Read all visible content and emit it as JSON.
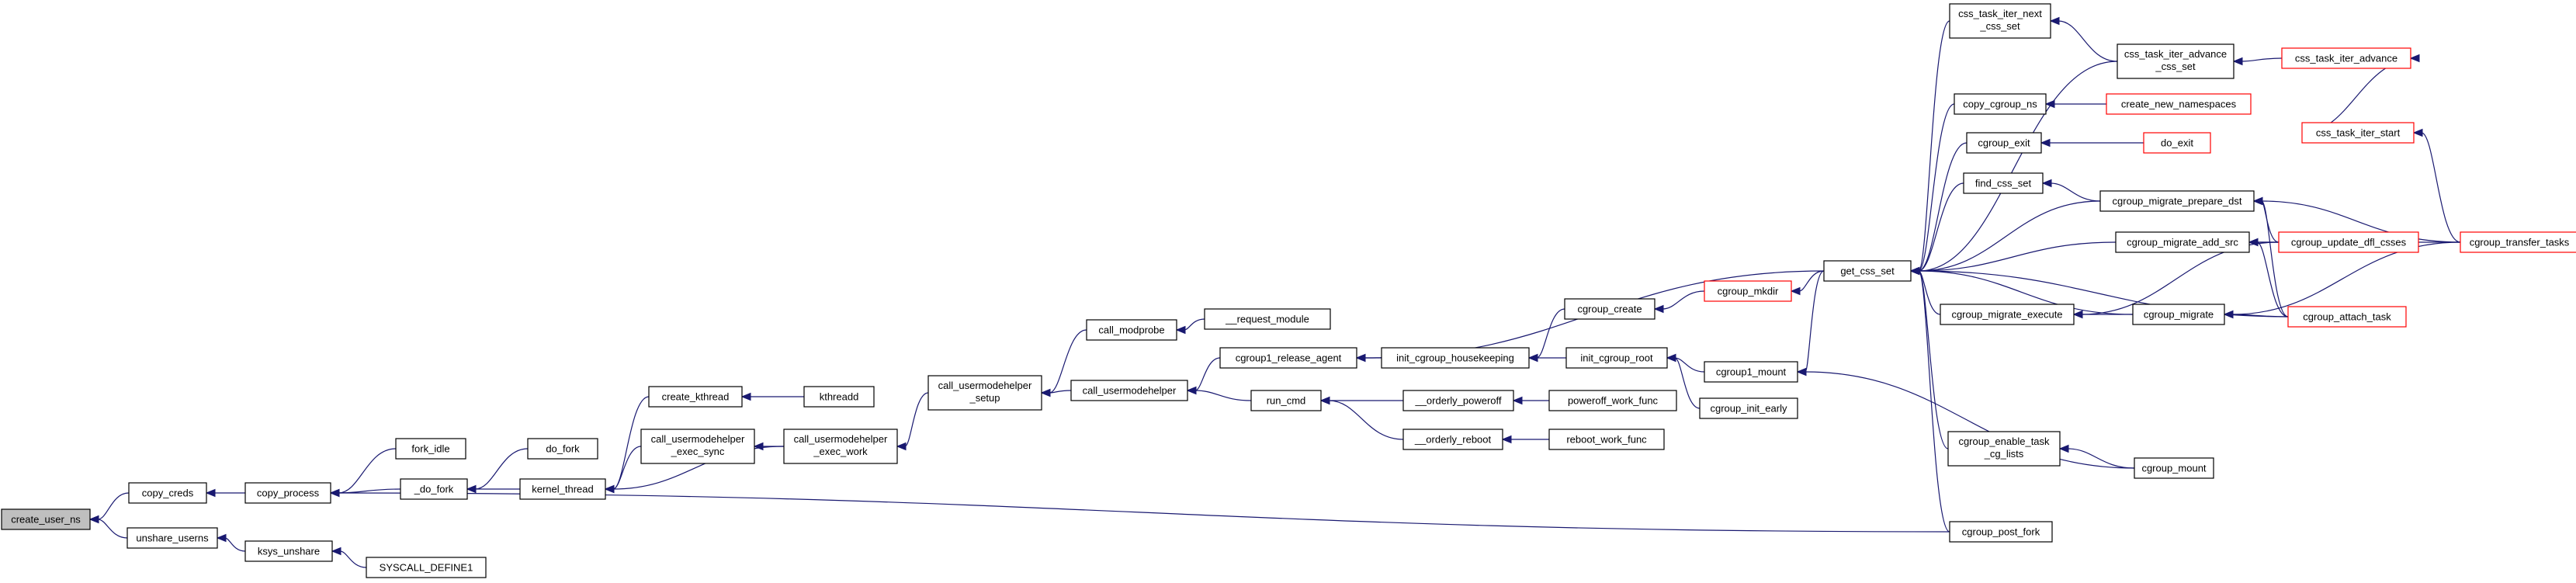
{
  "colors": {
    "edge": "#191970",
    "node_border": "#000000",
    "link_border": "#ff0000",
    "root_fill": "#bfbfbf",
    "node_fill": "#ffffff",
    "text": "#000000"
  },
  "nodes": [
    {
      "id": "root",
      "lines": [
        "create_user_ns"
      ],
      "kind": "root"
    },
    {
      "id": "ccreds",
      "lines": [
        "copy_creds"
      ]
    },
    {
      "id": "unsh",
      "lines": [
        "unshare_userns"
      ]
    },
    {
      "id": "cproc",
      "lines": [
        "copy_process"
      ]
    },
    {
      "id": "ksys",
      "lines": [
        "ksys_unshare"
      ]
    },
    {
      "id": "sysd",
      "lines": [
        "SYSCALL_DEFINE1"
      ]
    },
    {
      "id": "fidle",
      "lines": [
        "fork_idle"
      ]
    },
    {
      "id": "dofork",
      "lines": [
        "_do_fork"
      ]
    },
    {
      "id": "dfork",
      "lines": [
        "do_fork"
      ]
    },
    {
      "id": "kthr",
      "lines": [
        "kernel_thread"
      ]
    },
    {
      "id": "ckthr",
      "lines": [
        "create_kthread"
      ]
    },
    {
      "id": "kthrd",
      "lines": [
        "kthreadd"
      ]
    },
    {
      "id": "cuesync",
      "lines": [
        "call_usermodehelper",
        "_exec_sync"
      ]
    },
    {
      "id": "cuework",
      "lines": [
        "call_usermodehelper",
        "_exec_work"
      ]
    },
    {
      "id": "cuesetup",
      "lines": [
        "call_usermodehelper",
        "_setup"
      ]
    },
    {
      "id": "cmodp",
      "lines": [
        "call_modprobe"
      ]
    },
    {
      "id": "reqmod",
      "lines": [
        "__request_module"
      ]
    },
    {
      "id": "cuh",
      "lines": [
        "call_usermodehelper"
      ]
    },
    {
      "id": "crel",
      "lines": [
        "cgroup1_release_agent"
      ]
    },
    {
      "id": "runcmd",
      "lines": [
        "run_cmd"
      ]
    },
    {
      "id": "opoff",
      "lines": [
        "__orderly_poweroff"
      ]
    },
    {
      "id": "oreb",
      "lines": [
        "__orderly_reboot"
      ]
    },
    {
      "id": "pwf",
      "lines": [
        "poweroff_work_func"
      ]
    },
    {
      "id": "rwf",
      "lines": [
        "reboot_work_func"
      ]
    },
    {
      "id": "ihk",
      "lines": [
        "init_cgroup_housekeeping"
      ]
    },
    {
      "id": "ccreate",
      "lines": [
        "cgroup_create"
      ]
    },
    {
      "id": "mkdir",
      "lines": [
        "cgroup_mkdir"
      ],
      "kind": "link"
    },
    {
      "id": "iroot",
      "lines": [
        "init_cgroup_root"
      ]
    },
    {
      "id": "c1mount",
      "lines": [
        "cgroup1_mount"
      ]
    },
    {
      "id": "cinit",
      "lines": [
        "cgroup_init_early"
      ]
    },
    {
      "id": "gcss",
      "lines": [
        "get_css_set"
      ]
    },
    {
      "id": "tnext",
      "lines": [
        "css_task_iter_next",
        "_css_set"
      ]
    },
    {
      "id": "tadvcss",
      "lines": [
        "css_task_iter_advance",
        "_css_set"
      ]
    },
    {
      "id": "tadv",
      "lines": [
        "css_task_iter_advance"
      ],
      "kind": "link"
    },
    {
      "id": "tstart",
      "lines": [
        "css_task_iter_start"
      ],
      "kind": "link"
    },
    {
      "id": "ccns",
      "lines": [
        "copy_cgroup_ns"
      ]
    },
    {
      "id": "cnewns",
      "lines": [
        "create_new_namespaces"
      ],
      "kind": "link"
    },
    {
      "id": "cexit",
      "lines": [
        "cgroup_exit"
      ]
    },
    {
      "id": "doexit",
      "lines": [
        "do_exit"
      ],
      "kind": "link"
    },
    {
      "id": "fcss",
      "lines": [
        "find_css_set"
      ]
    },
    {
      "id": "prep",
      "lines": [
        "cgroup_migrate_prepare_dst"
      ]
    },
    {
      "id": "addsrc",
      "lines": [
        "cgroup_migrate_add_src"
      ]
    },
    {
      "id": "udfl",
      "lines": [
        "cgroup_update_dfl_csses"
      ],
      "kind": "link"
    },
    {
      "id": "ctt",
      "lines": [
        "cgroup_transfer_tasks"
      ],
      "kind": "link"
    },
    {
      "id": "catt",
      "lines": [
        "cgroup_attach_task"
      ],
      "kind": "link"
    },
    {
      "id": "mexec",
      "lines": [
        "cgroup_migrate_execute"
      ]
    },
    {
      "id": "cmig",
      "lines": [
        "cgroup_migrate"
      ]
    },
    {
      "id": "cetl",
      "lines": [
        "cgroup_enable_task",
        "_cg_lists"
      ]
    },
    {
      "id": "cmount",
      "lines": [
        "cgroup_mount"
      ]
    },
    {
      "id": "cpf",
      "lines": [
        "cgroup_post_fork"
      ]
    }
  ]
}
